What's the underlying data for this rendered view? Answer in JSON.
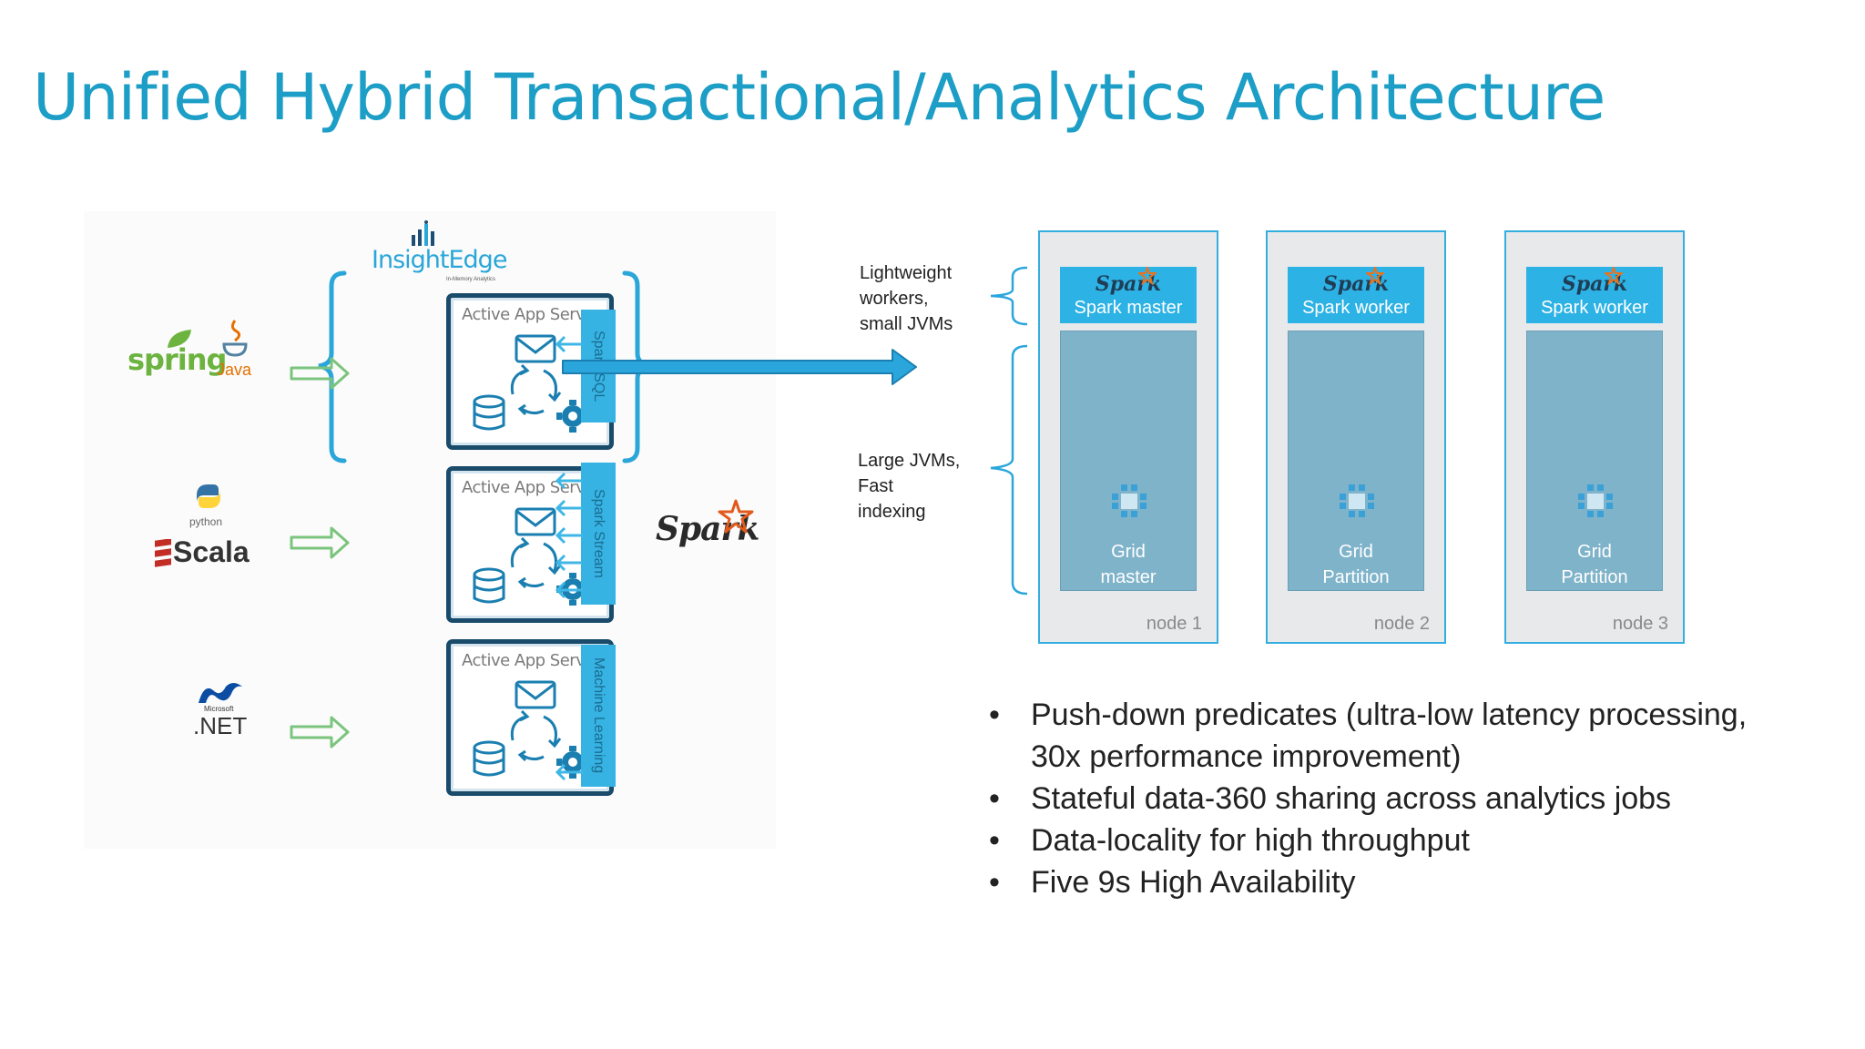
{
  "title": "Unified Hybrid Transactional/Analytics Architecture",
  "insightedge": {
    "logo_text": "InsightEdge",
    "logo_subtext": "In-Memory Analytics"
  },
  "servers": [
    {
      "label": "Active App Server"
    },
    {
      "label": "Active App Server"
    },
    {
      "label": "Active App Server"
    }
  ],
  "pills": {
    "sql": "Spark SQL",
    "stream": "Spark Stream",
    "ml": "Machine Learning"
  },
  "tech_logos": {
    "spring": "spring",
    "java": "Java",
    "python": "python",
    "scala": "Scala",
    "net_small": "Microsoft",
    "net": ".NET"
  },
  "spark_logo": "Spark",
  "notes": {
    "lightweight": [
      "Lightweight",
      "workers,",
      "small JVMs"
    ],
    "large": [
      "Large JVMs,",
      "Fast",
      "indexing"
    ]
  },
  "nodes": [
    {
      "spark_word": "Spark",
      "role": "Spark master",
      "grid": [
        "Grid",
        "master"
      ],
      "name": "node 1"
    },
    {
      "spark_word": "Spark",
      "role": "Spark worker",
      "grid": [
        "Grid",
        "Partition"
      ],
      "name": "node 2"
    },
    {
      "spark_word": "Spark",
      "role": "Spark worker",
      "grid": [
        "Grid",
        "Partition"
      ],
      "name": "node 3"
    }
  ],
  "bullets": [
    {
      "bullet": "•",
      "lines": [
        "Push-down predicates (ultra-low latency processing,",
        "30x performance improvement)"
      ]
    },
    {
      "bullet": "•",
      "lines": [
        "Stateful data-360 sharing across analytics jobs"
      ]
    },
    {
      "bullet": "•",
      "lines": [
        "Data-locality for high throughput"
      ]
    },
    {
      "bullet": "•",
      "lines": [
        "Five 9s High Availability"
      ]
    }
  ],
  "colors": {
    "title": "#1c9ec6",
    "accent": "#2db2e5",
    "server_border": "#1a4b6b",
    "grid_box": "#7fb3ca",
    "node_bg": "#e8e9eb"
  }
}
